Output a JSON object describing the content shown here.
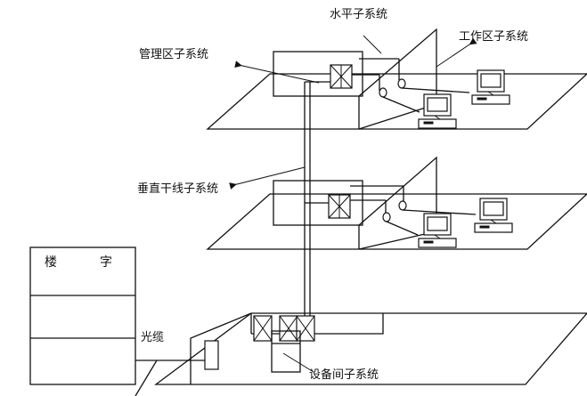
{
  "labels": {
    "horizontal": "水平子系统",
    "work_area": "工作区子系统",
    "management": "管理区子系统",
    "vertical": "垂直干线子系统",
    "building_left": "楼",
    "building_right": "字",
    "fiber": "光缆",
    "equipment_room": "设备间子系统"
  },
  "colors": {
    "line": "#111111",
    "background": "#ffffff"
  },
  "icons": [
    "computer-icon",
    "monitor-icon",
    "patch-panel-icon",
    "info-outlet-icon",
    "arrow-icon"
  ]
}
